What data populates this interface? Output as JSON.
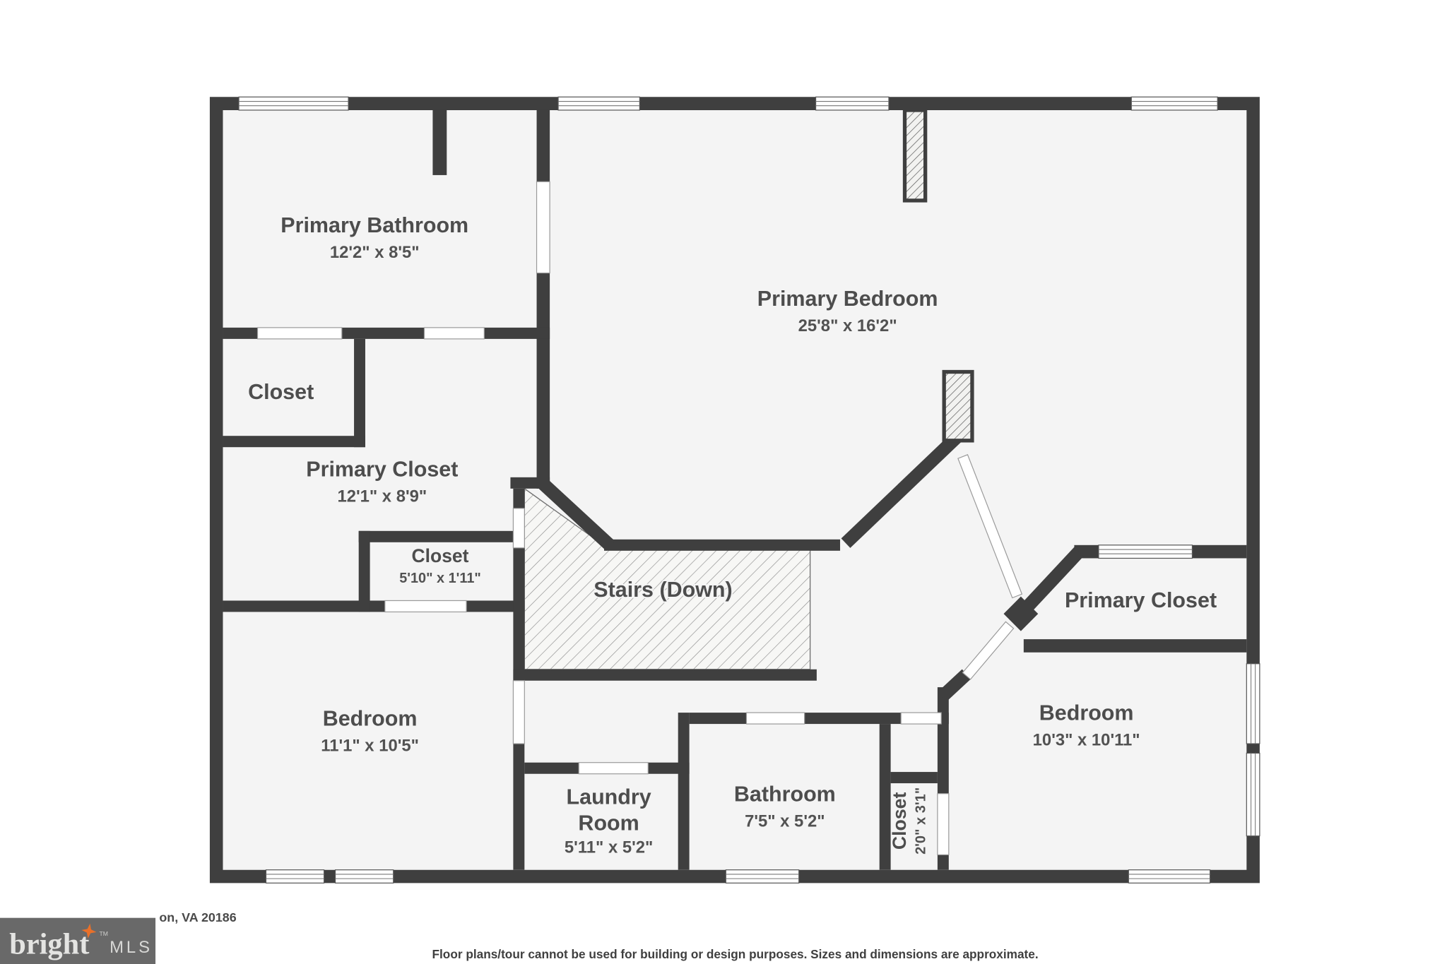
{
  "rooms": {
    "primary_bathroom": {
      "name": "Primary Bathroom",
      "dims": "12'2\" x 8'5\""
    },
    "closet_top_left": {
      "name": "Closet"
    },
    "primary_closet_left": {
      "name": "Primary Closet",
      "dims": "12'1\" x 8'9\""
    },
    "closet_small": {
      "name": "Closet",
      "dims": "5'10\" x 1'11\""
    },
    "primary_bedroom": {
      "name": "Primary Bedroom",
      "dims": "25'8\" x 16'2\""
    },
    "stairs": {
      "name": "Stairs (Down)"
    },
    "bedroom_left": {
      "name": "Bedroom",
      "dims": "11'1\" x 10'5\""
    },
    "laundry": {
      "name_line1": "Laundry",
      "name_line2": "Room",
      "dims": "5'11\" x 5'2\""
    },
    "bathroom": {
      "name": "Bathroom",
      "dims": "7'5\" x 5'2\""
    },
    "closet_right": {
      "name": "Closet",
      "dims": "2'0\" x 3'1\""
    },
    "bedroom_right": {
      "name": "Bedroom",
      "dims": "10'3\" x 10'11\""
    },
    "primary_closet_right": {
      "name": "Primary Closet"
    }
  },
  "footer": {
    "address_fragment": "on, VA 20186",
    "disclaimer": "Floor plans/tour cannot be used for building or design purposes. Sizes and dimensions are approximate.",
    "logo": {
      "word": "bright",
      "tm": "TM",
      "mls": "MLS"
    }
  },
  "colors": {
    "wall": "#3f3f3f",
    "floor": "#f4f4f4",
    "hatch_line": "#8f8f8f",
    "logo_background": "#696969",
    "logo_star": "#e8702a"
  }
}
